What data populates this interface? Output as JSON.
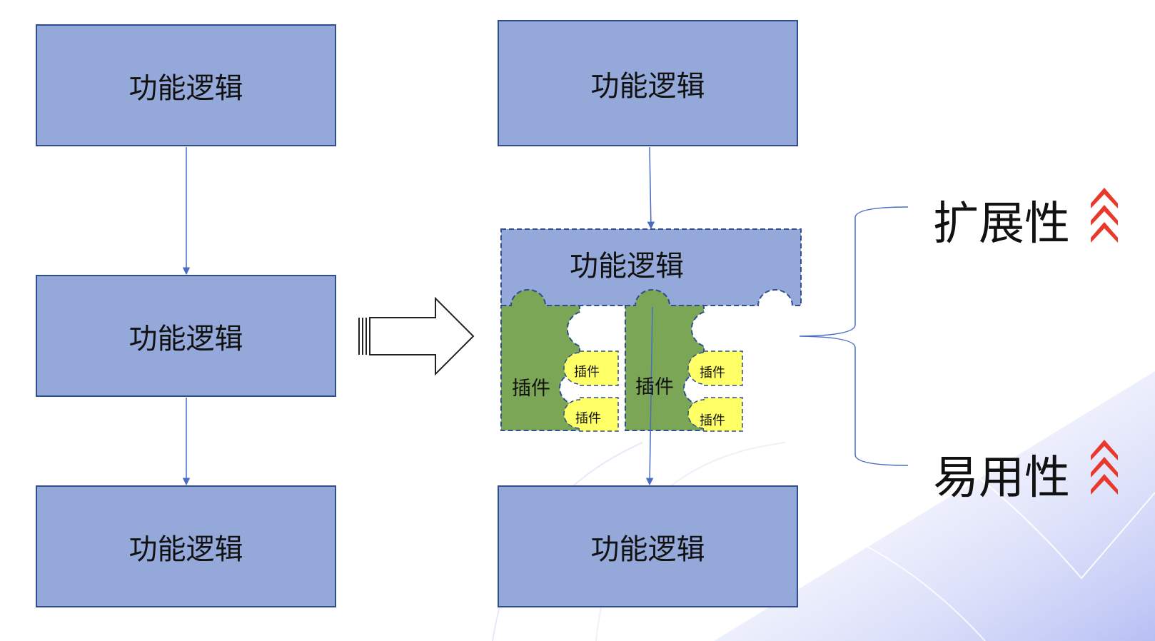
{
  "left_column": {
    "box1": "功能逻辑",
    "box2": "功能逻辑",
    "box3": "功能逻辑"
  },
  "right_column": {
    "box1": "功能逻辑",
    "plugin_host": "功能逻辑",
    "box3": "功能逻辑",
    "plugin_a": {
      "label": "插件",
      "sub1": "插件",
      "sub2": "插件"
    },
    "plugin_b": {
      "label": "插件",
      "sub1": "插件",
      "sub2": "插件"
    }
  },
  "benefits": {
    "extensibility": "扩展性",
    "usability": "易用性"
  },
  "colors": {
    "box_fill": "#94a9d9",
    "box_border": "#2f4d8f",
    "plugin_green": "#7ba655",
    "plugin_yellow": "#ffff66",
    "connector": "#4a6cc2",
    "chevron_red": "#e8392c"
  }
}
